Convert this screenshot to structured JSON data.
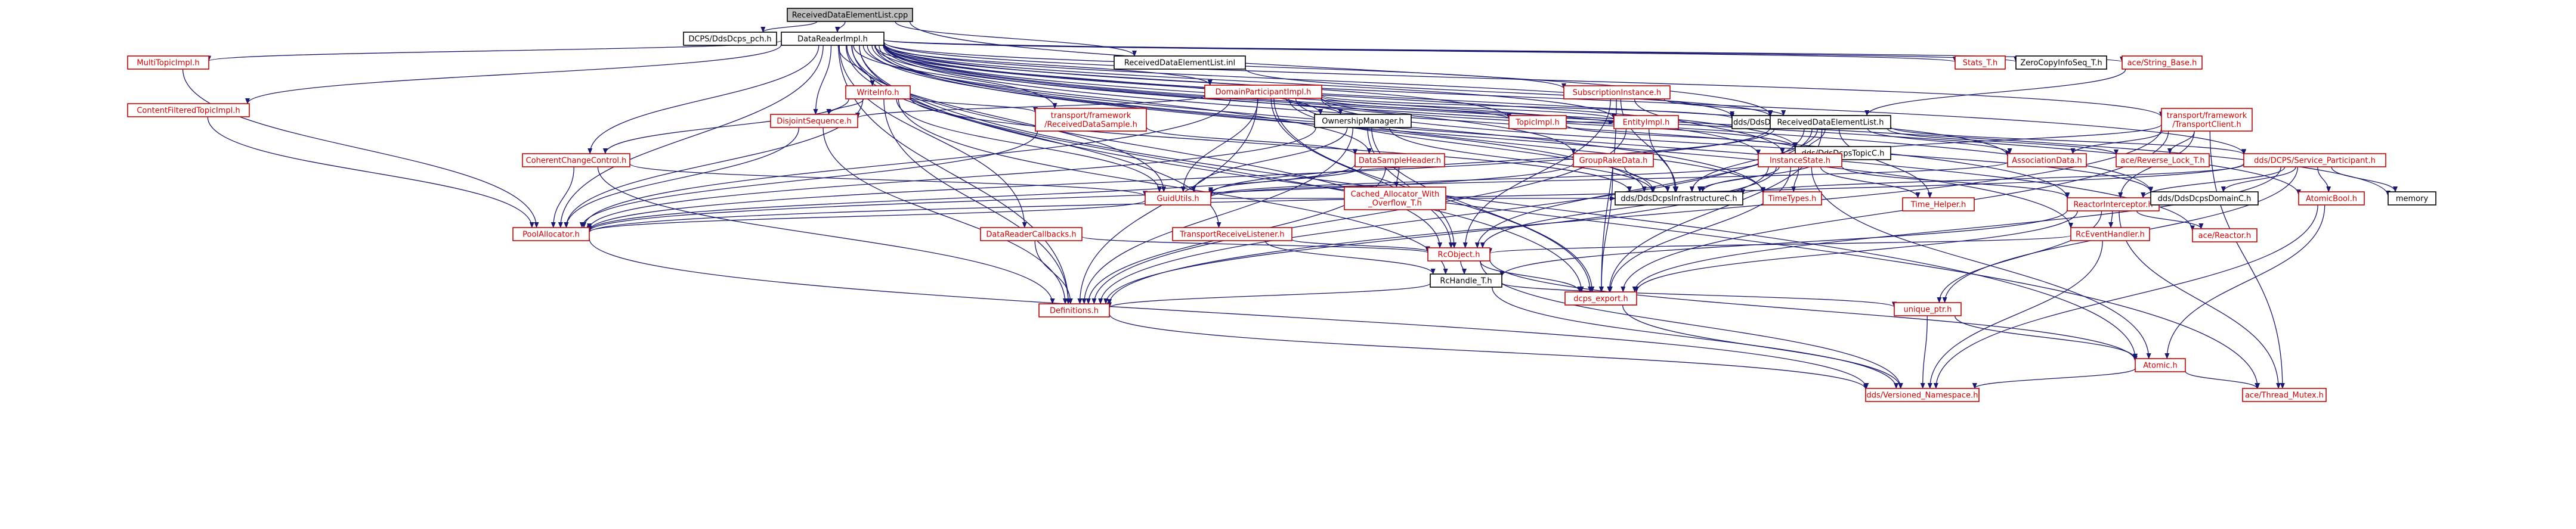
{
  "colors": {
    "edge": "#191970",
    "text": "#000000",
    "text_red": "#cc0000",
    "border_black": "#000000",
    "border_red": "#cc0000",
    "fill_white": "#ffffff",
    "fill_root": "#bfbfbf"
  },
  "nodes": [
    {
      "id": "root",
      "label": "ReceivedDataElementList.cpp",
      "kind": "root"
    },
    {
      "id": "dcpsh",
      "label": "DCPS/DdsDcps_pch.h",
      "kind": "normal"
    },
    {
      "id": "dri",
      "label": "DataReaderImpl.h",
      "kind": "normal"
    },
    {
      "id": "rdel_inl",
      "label": "ReceivedDataElementList.inl",
      "kind": "normal"
    },
    {
      "id": "mti",
      "label": "MultiTopicImpl.h",
      "kind": "missing"
    },
    {
      "id": "cfti",
      "label": "ContentFilteredTopicImpl.h",
      "kind": "missing"
    },
    {
      "id": "wi",
      "label": "WriteInfo.h",
      "kind": "missing"
    },
    {
      "id": "dpi",
      "label": "DomainParticipantImpl.h",
      "kind": "missing"
    },
    {
      "id": "si",
      "label": "SubscriptionInstance.h",
      "kind": "missing"
    },
    {
      "id": "stats",
      "label": "Stats_T.h",
      "kind": "missing"
    },
    {
      "id": "zci",
      "label": "ZeroCopyInfoSeq_T.h",
      "kind": "normal"
    },
    {
      "id": "asb",
      "label": "ace/String_Base.h",
      "kind": "missing"
    },
    {
      "id": "ds",
      "label": "DisjointSequence.h",
      "kind": "missing"
    },
    {
      "id": "trds",
      "label": "transport/framework\n/ReceivedDataSample.h",
      "kind": "missing"
    },
    {
      "id": "om",
      "label": "OwnershipManager.h",
      "kind": "normal"
    },
    {
      "id": "ti",
      "label": "TopicImpl.h",
      "kind": "missing"
    },
    {
      "id": "ddse",
      "label": "dds/DdsDcpsSubscriptionExtC.h",
      "kind": "normal"
    },
    {
      "id": "rdel_h",
      "label": "ReceivedDataElementList.h",
      "kind": "normal"
    },
    {
      "id": "ttc",
      "label": "transport/framework\n/TransportClient.h",
      "kind": "missing"
    },
    {
      "id": "ccc",
      "label": "CoherentChangeControl.h",
      "kind": "missing"
    },
    {
      "id": "dsh",
      "label": "DataSampleHeader.h",
      "kind": "missing"
    },
    {
      "id": "grd",
      "label": "GroupRakeData.h",
      "kind": "missing"
    },
    {
      "id": "ei",
      "label": "EntityImpl.h",
      "kind": "missing"
    },
    {
      "id": "ddtc",
      "label": "dds/DdsDcpsTopicC.h",
      "kind": "normal"
    },
    {
      "id": "ist",
      "label": "InstanceState.h",
      "kind": "missing"
    },
    {
      "id": "ad",
      "label": "AssociationData.h",
      "kind": "missing"
    },
    {
      "id": "arl",
      "label": "ace/Reverse_Lock_T.h",
      "kind": "missing"
    },
    {
      "id": "dsp",
      "label": "dds/DCPS/Service_Participant.h",
      "kind": "missing"
    },
    {
      "id": "gu",
      "label": "GuidUtils.h",
      "kind": "missing"
    },
    {
      "id": "cawo",
      "label": "Cached_Allocator_With\n_Overflow_T.h",
      "kind": "missing"
    },
    {
      "id": "dic",
      "label": "dds/DdsDcpsInfrastructureC.h",
      "kind": "normal"
    },
    {
      "id": "tt",
      "label": "TimeTypes.h",
      "kind": "missing"
    },
    {
      "id": "th",
      "label": "Time_Helper.h",
      "kind": "missing"
    },
    {
      "id": "ri",
      "label": "ReactorInterceptor.h",
      "kind": "missing"
    },
    {
      "id": "ddc",
      "label": "dds/DdsDcpsDomainC.h",
      "kind": "normal"
    },
    {
      "id": "ab",
      "label": "AtomicBool.h",
      "kind": "missing"
    },
    {
      "id": "mem",
      "label": "memory",
      "kind": "normal"
    },
    {
      "id": "pa",
      "label": "PoolAllocator.h",
      "kind": "missing"
    },
    {
      "id": "drc",
      "label": "DataReaderCallbacks.h",
      "kind": "missing"
    },
    {
      "id": "trl",
      "label": "TransportReceiveListener.h",
      "kind": "missing"
    },
    {
      "id": "reh",
      "label": "RcEventHandler.h",
      "kind": "missing"
    },
    {
      "id": "ar",
      "label": "ace/Reactor.h",
      "kind": "missing"
    },
    {
      "id": "rco",
      "label": "RcObject.h",
      "kind": "missing"
    },
    {
      "id": "rch",
      "label": "RcHandle_T.h",
      "kind": "normal"
    },
    {
      "id": "dexp",
      "label": "dcps_export.h",
      "kind": "missing"
    },
    {
      "id": "defs",
      "label": "Definitions.h",
      "kind": "missing"
    },
    {
      "id": "uptr",
      "label": "unique_ptr.h",
      "kind": "missing"
    },
    {
      "id": "atom",
      "label": "Atomic.h",
      "kind": "missing"
    },
    {
      "id": "vns",
      "label": "dds/Versioned_Namespace.h",
      "kind": "missing"
    },
    {
      "id": "atm",
      "label": "ace/Thread_Mutex.h",
      "kind": "missing"
    }
  ],
  "edges": [
    [
      "root",
      "dcpsh"
    ],
    [
      "root",
      "dri"
    ],
    [
      "root",
      "rdel_inl"
    ],
    [
      "root",
      "rdel_h"
    ],
    [
      "dri",
      "mti"
    ],
    [
      "dri",
      "cfti"
    ],
    [
      "dri",
      "wi"
    ],
    [
      "dri",
      "dpi"
    ],
    [
      "dri",
      "si"
    ],
    [
      "dri",
      "stats"
    ],
    [
      "dri",
      "zci"
    ],
    [
      "dri",
      "asb"
    ],
    [
      "dri",
      "ds"
    ],
    [
      "dri",
      "trds"
    ],
    [
      "dri",
      "om"
    ],
    [
      "dri",
      "ti"
    ],
    [
      "dri",
      "ddse"
    ],
    [
      "dri",
      "ttc"
    ],
    [
      "dri",
      "ccc"
    ],
    [
      "dri",
      "dsh"
    ],
    [
      "dri",
      "grd"
    ],
    [
      "dri",
      "ei"
    ],
    [
      "dri",
      "ddtc"
    ],
    [
      "dri",
      "ist"
    ],
    [
      "dri",
      "ad"
    ],
    [
      "dri",
      "dsp"
    ],
    [
      "dri",
      "gu"
    ],
    [
      "dri",
      "dic"
    ],
    [
      "dri",
      "tt"
    ],
    [
      "dri",
      "ri"
    ],
    [
      "dri",
      "ddc"
    ],
    [
      "dri",
      "ab"
    ],
    [
      "dri",
      "mem"
    ],
    [
      "dri",
      "pa"
    ],
    [
      "dri",
      "drc"
    ],
    [
      "dri",
      "trl"
    ],
    [
      "dri",
      "reh"
    ],
    [
      "dri",
      "ar"
    ],
    [
      "dri",
      "rco"
    ],
    [
      "dri",
      "dexp"
    ],
    [
      "dri",
      "defs"
    ],
    [
      "dri",
      "atom"
    ],
    [
      "dri",
      "atm"
    ],
    [
      "mti",
      "pa"
    ],
    [
      "cfti",
      "pa"
    ],
    [
      "wi",
      "ds"
    ],
    [
      "wi",
      "trds"
    ],
    [
      "wi",
      "ccc"
    ],
    [
      "wi",
      "pa"
    ],
    [
      "wi",
      "rch"
    ],
    [
      "wi",
      "defs"
    ],
    [
      "wi",
      "gu"
    ],
    [
      "wi",
      "dic"
    ],
    [
      "dpi",
      "ds"
    ],
    [
      "dpi",
      "om"
    ],
    [
      "dpi",
      "ti"
    ],
    [
      "dpi",
      "ddse"
    ],
    [
      "dpi",
      "ei"
    ],
    [
      "dpi",
      "ddtc"
    ],
    [
      "dpi",
      "gu"
    ],
    [
      "dpi",
      "dic"
    ],
    [
      "dpi",
      "tt"
    ],
    [
      "dpi",
      "pa"
    ],
    [
      "dpi",
      "rco"
    ],
    [
      "dpi",
      "dexp"
    ],
    [
      "dpi",
      "defs"
    ],
    [
      "dpi",
      "ddc"
    ],
    [
      "si",
      "rdel_h"
    ],
    [
      "si",
      "ist"
    ],
    [
      "si",
      "dic"
    ],
    [
      "si",
      "rco"
    ],
    [
      "si",
      "dexp"
    ],
    [
      "asb",
      "rdel_h"
    ],
    [
      "rdel_inl",
      "rdel_h"
    ],
    [
      "ds",
      "pa"
    ],
    [
      "ds",
      "defs"
    ],
    [
      "trds",
      "dsh"
    ],
    [
      "trds",
      "pa"
    ],
    [
      "om",
      "gu"
    ],
    [
      "om",
      "dic"
    ],
    [
      "om",
      "pa"
    ],
    [
      "om",
      "rco"
    ],
    [
      "om",
      "dexp"
    ],
    [
      "om",
      "defs"
    ],
    [
      "ti",
      "ei"
    ],
    [
      "ti",
      "ddtc"
    ],
    [
      "rdel_h",
      "ist"
    ],
    [
      "rdel_h",
      "gu"
    ],
    [
      "rdel_h",
      "ad"
    ],
    [
      "rdel_h",
      "arl"
    ],
    [
      "rdel_h",
      "dsp"
    ],
    [
      "rdel_h",
      "th"
    ],
    [
      "rdel_h",
      "dic"
    ],
    [
      "rdel_h",
      "pa"
    ],
    [
      "rdel_h",
      "dexp"
    ],
    [
      "rdel_h",
      "defs"
    ],
    [
      "rdel_h",
      "rco"
    ],
    [
      "ttc",
      "ad"
    ],
    [
      "ttc",
      "ist"
    ],
    [
      "ttc",
      "ri"
    ],
    [
      "ttc",
      "dexp"
    ],
    [
      "ttc",
      "defs"
    ],
    [
      "ttc",
      "atm"
    ],
    [
      "ttc",
      "arl"
    ],
    [
      "ccc",
      "gu"
    ],
    [
      "ccc",
      "pa"
    ],
    [
      "ccc",
      "defs"
    ],
    [
      "dsh",
      "gu"
    ],
    [
      "dsh",
      "cawo"
    ],
    [
      "dsh",
      "defs"
    ],
    [
      "dsh",
      "pa"
    ],
    [
      "grd",
      "dic"
    ],
    [
      "grd",
      "pa"
    ],
    [
      "grd",
      "dexp"
    ],
    [
      "ei",
      "dic"
    ],
    [
      "ei",
      "defs"
    ],
    [
      "ddtc",
      "dic"
    ],
    [
      "ist",
      "gu"
    ],
    [
      "ist",
      "dic"
    ],
    [
      "ist",
      "tt"
    ],
    [
      "ist",
      "th"
    ],
    [
      "ist",
      "ri"
    ],
    [
      "ist",
      "rco"
    ],
    [
      "ist",
      "dexp"
    ],
    [
      "ist",
      "defs"
    ],
    [
      "ist",
      "atom"
    ],
    [
      "ad",
      "gu"
    ],
    [
      "dsp",
      "ddc"
    ],
    [
      "dsp",
      "mem"
    ],
    [
      "dsp",
      "ab"
    ],
    [
      "dsp",
      "pa"
    ],
    [
      "dsp",
      "dic"
    ],
    [
      "dsp",
      "uptr"
    ],
    [
      "dsp",
      "dexp"
    ],
    [
      "dsp",
      "ri"
    ],
    [
      "gu",
      "pa"
    ],
    [
      "gu",
      "dic"
    ],
    [
      "ri",
      "reh"
    ],
    [
      "ri",
      "ar"
    ],
    [
      "ri",
      "rch"
    ],
    [
      "ri",
      "uptr"
    ],
    [
      "ri",
      "dexp"
    ],
    [
      "ri",
      "atm"
    ],
    [
      "ab",
      "atom"
    ],
    [
      "ab",
      "vns"
    ],
    [
      "pa",
      "vns"
    ],
    [
      "drc",
      "rco"
    ],
    [
      "drc",
      "defs"
    ],
    [
      "trl",
      "rco"
    ],
    [
      "trl",
      "rch"
    ],
    [
      "reh",
      "rco"
    ],
    [
      "reh",
      "vns"
    ],
    [
      "rco",
      "rch"
    ],
    [
      "rco",
      "dexp"
    ],
    [
      "rco",
      "atom"
    ],
    [
      "rco",
      "vns"
    ],
    [
      "rch",
      "defs"
    ],
    [
      "rch",
      "uptr"
    ],
    [
      "rch",
      "vns"
    ],
    [
      "dexp",
      "vns"
    ],
    [
      "defs",
      "vns"
    ],
    [
      "uptr",
      "atom"
    ],
    [
      "uptr",
      "vns"
    ],
    [
      "atom",
      "vns"
    ],
    [
      "atom",
      "atm"
    ]
  ]
}
